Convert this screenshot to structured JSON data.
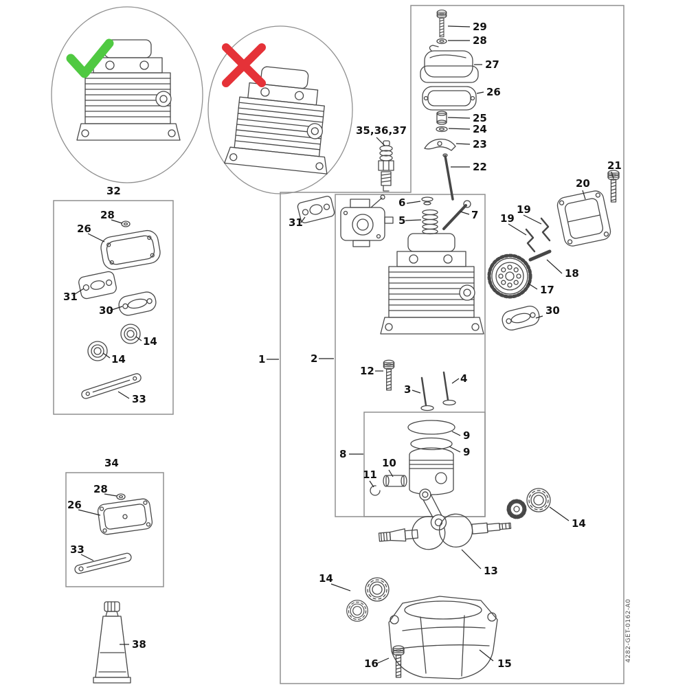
{
  "figure": {
    "doc_code": "4282-GET-0162-A0",
    "colors": {
      "correct_mark": "#50c942",
      "incorrect_mark": "#e53238",
      "line_art": "#474747",
      "frame": "#8f8f8f"
    }
  },
  "callouts": [
    {
      "label": "29"
    },
    {
      "label": "28"
    },
    {
      "label": "27"
    },
    {
      "label": "26"
    },
    {
      "label": "25"
    },
    {
      "label": "24"
    },
    {
      "label": "23"
    },
    {
      "label": "22"
    },
    {
      "label": "21"
    },
    {
      "label": "20"
    },
    {
      "label": "19"
    },
    {
      "label": "19"
    },
    {
      "label": "18"
    },
    {
      "label": "17"
    },
    {
      "label": "30"
    },
    {
      "label": "35,36,37"
    },
    {
      "label": "31"
    },
    {
      "label": "6"
    },
    {
      "label": "5"
    },
    {
      "label": "7"
    },
    {
      "label": "1"
    },
    {
      "label": "2"
    },
    {
      "label": "12"
    },
    {
      "label": "3"
    },
    {
      "label": "4"
    },
    {
      "label": "9"
    },
    {
      "label": "9"
    },
    {
      "label": "8"
    },
    {
      "label": "10"
    },
    {
      "label": "11"
    },
    {
      "label": "32"
    },
    {
      "label": "28"
    },
    {
      "label": "26"
    },
    {
      "label": "31"
    },
    {
      "label": "30"
    },
    {
      "label": "14"
    },
    {
      "label": "14"
    },
    {
      "label": "33"
    },
    {
      "label": "34"
    },
    {
      "label": "28"
    },
    {
      "label": "26"
    },
    {
      "label": "33"
    },
    {
      "label": "38"
    },
    {
      "label": "14"
    },
    {
      "label": "13"
    },
    {
      "label": "14"
    },
    {
      "label": "15"
    },
    {
      "label": "16"
    }
  ]
}
